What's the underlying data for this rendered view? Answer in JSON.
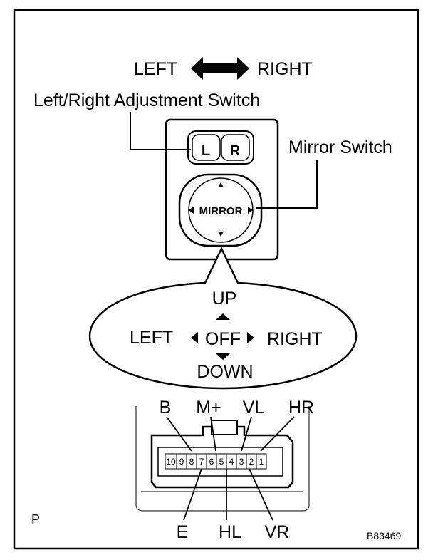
{
  "direction": {
    "left": "LEFT",
    "right": "RIGHT"
  },
  "adjustment_switch": {
    "label": "Left/Right Adjustment Switch",
    "l_key": "L",
    "r_key": "R"
  },
  "mirror_switch": {
    "label": "Mirror Switch",
    "knob_text": "MIRROR"
  },
  "positions": {
    "up": "UP",
    "down": "DOWN",
    "left": "LEFT",
    "right": "RIGHT",
    "off": "OFF"
  },
  "connector": {
    "pin_numbers": [
      "10",
      "9",
      "8",
      "7",
      "6",
      "5",
      "4",
      "3",
      "2",
      "1"
    ],
    "terminals_top": {
      "b": "B",
      "m_plus": "M+",
      "vl": "VL",
      "hr": "HR"
    },
    "terminals_bottom": {
      "e": "E",
      "hl": "HL",
      "vr": "VR"
    }
  },
  "footer": {
    "marker": "P",
    "code": "B83469"
  }
}
